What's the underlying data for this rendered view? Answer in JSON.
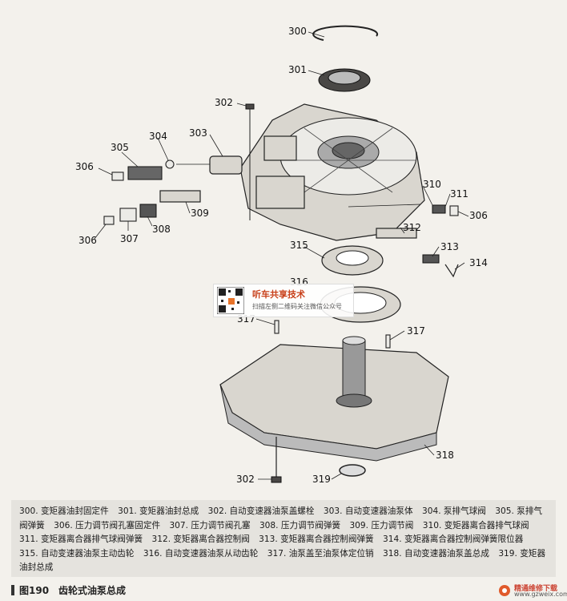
{
  "callouts": {
    "c300": "300",
    "c301": "301",
    "c302a": "302",
    "c302b": "302",
    "c303": "303",
    "c304": "304",
    "c305": "305",
    "c306a": "306",
    "c306b": "306",
    "c306c": "306",
    "c307": "307",
    "c308": "308",
    "c309": "309",
    "c310": "310",
    "c311": "311",
    "c312": "312",
    "c313": "313",
    "c314": "314",
    "c315": "315",
    "c316": "316",
    "c317a": "317",
    "c317b": "317",
    "c318": "318",
    "c319": "319"
  },
  "legend": [
    "300. 变矩器油封固定件",
    "301. 变矩器油封总成",
    "302. 自动变速器油泵盖螺栓",
    "303. 自动变速器油泵体",
    "304. 泵排气球阀",
    "305. 泵排气阀弹簧",
    "306. 压力调节阀孔塞固定件",
    "307. 压力调节阀孔塞",
    "308. 压力调节阀弹簧",
    "309. 压力调节阀",
    "310. 变矩器离合器排气球阀",
    "311. 变矩器离合器排气球阀弹簧",
    "312. 变矩器离合器控制阀",
    "313. 变矩器离合器控制阀弹簧",
    "314. 变矩器离合器控制阀弹簧限位器",
    "315. 自动变速器油泵主动齿轮",
    "316. 自动变速器油泵从动齿轮",
    "317. 油泵盖至油泵体定位销",
    "318. 自动变速器油泵盖总成",
    "319. 变矩器油封总成"
  ],
  "caption": "图190　齿轮式油泵总成",
  "watermark": {
    "title": "听车共享技术",
    "subtitle": "扫描左侧二维码关注微信公众号"
  },
  "logo": {
    "name": "精通维修下载",
    "url": "www.gzweix.com"
  }
}
